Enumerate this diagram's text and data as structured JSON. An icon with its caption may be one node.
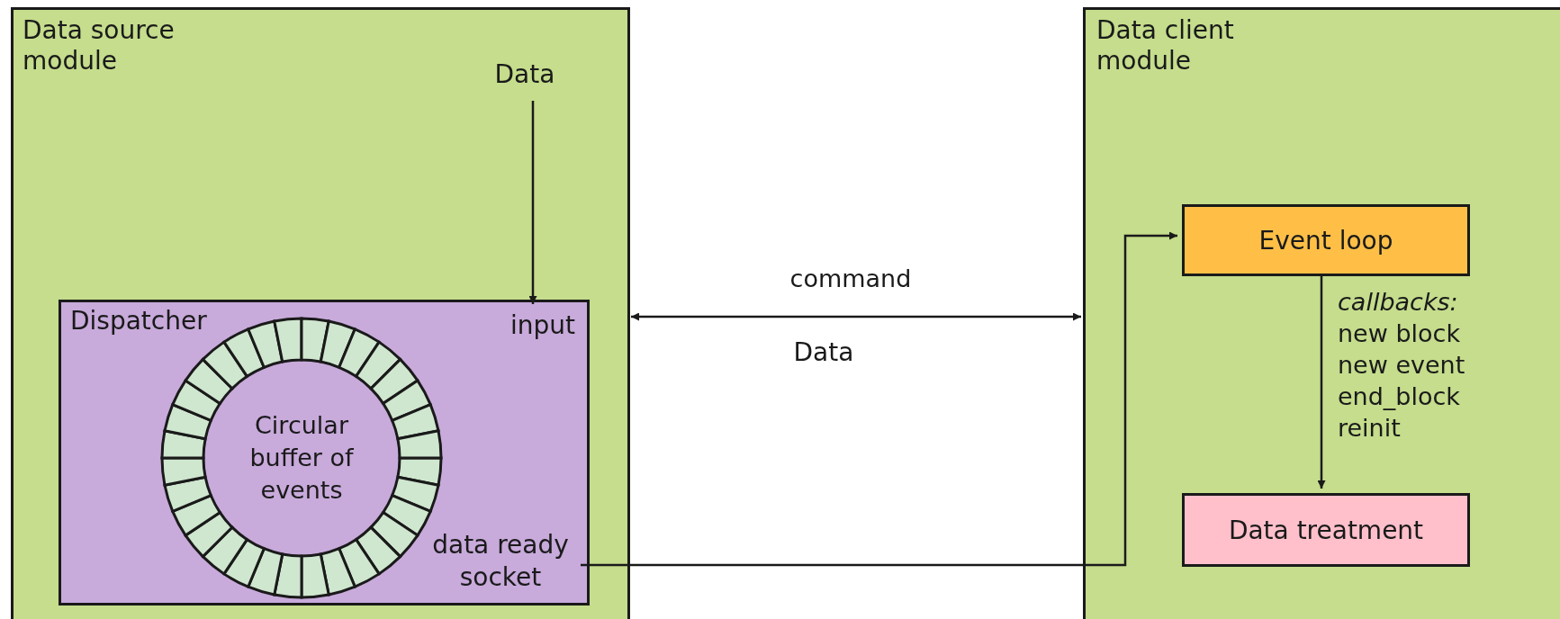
{
  "diagram": {
    "nodes": [
      {
        "text": [
          "Data source module"
        ]
      },
      {
        "text": [
          "Data"
        ],
        "in": 0
      },
      {
        "text": [
          "Dispatcher"
        ],
        "in": 0
      },
      {
        "text": [
          "input"
        ],
        "in": 2
      },
      {
        "text": [
          "Circular buffer of events"
        ],
        "in": 2
      },
      {
        "text": [
          "data ready socket"
        ],
        "in": 2
      },
      {
        "text": [
          "Data client module"
        ]
      },
      {
        "text": [
          "Event loop"
        ],
        "in": 6
      },
      {
        "text": [
          "Data treatment"
        ],
        "in": 6
      }
    ],
    "edges": [
      {
        "from": 1,
        "to": 3,
        "arrow": "to"
      },
      {
        "from": 0,
        "to": 6,
        "arrow": "both",
        "label": "command"
      },
      {
        "from": 5,
        "to": 7,
        "arrow": "to"
      },
      {
        "from": 7,
        "to": 8,
        "arrow": "to",
        "label": "*callbacks:* new block new event end_block reinit"
      }
    ],
    "labels": [
      "Data"
    ]
  }
}
